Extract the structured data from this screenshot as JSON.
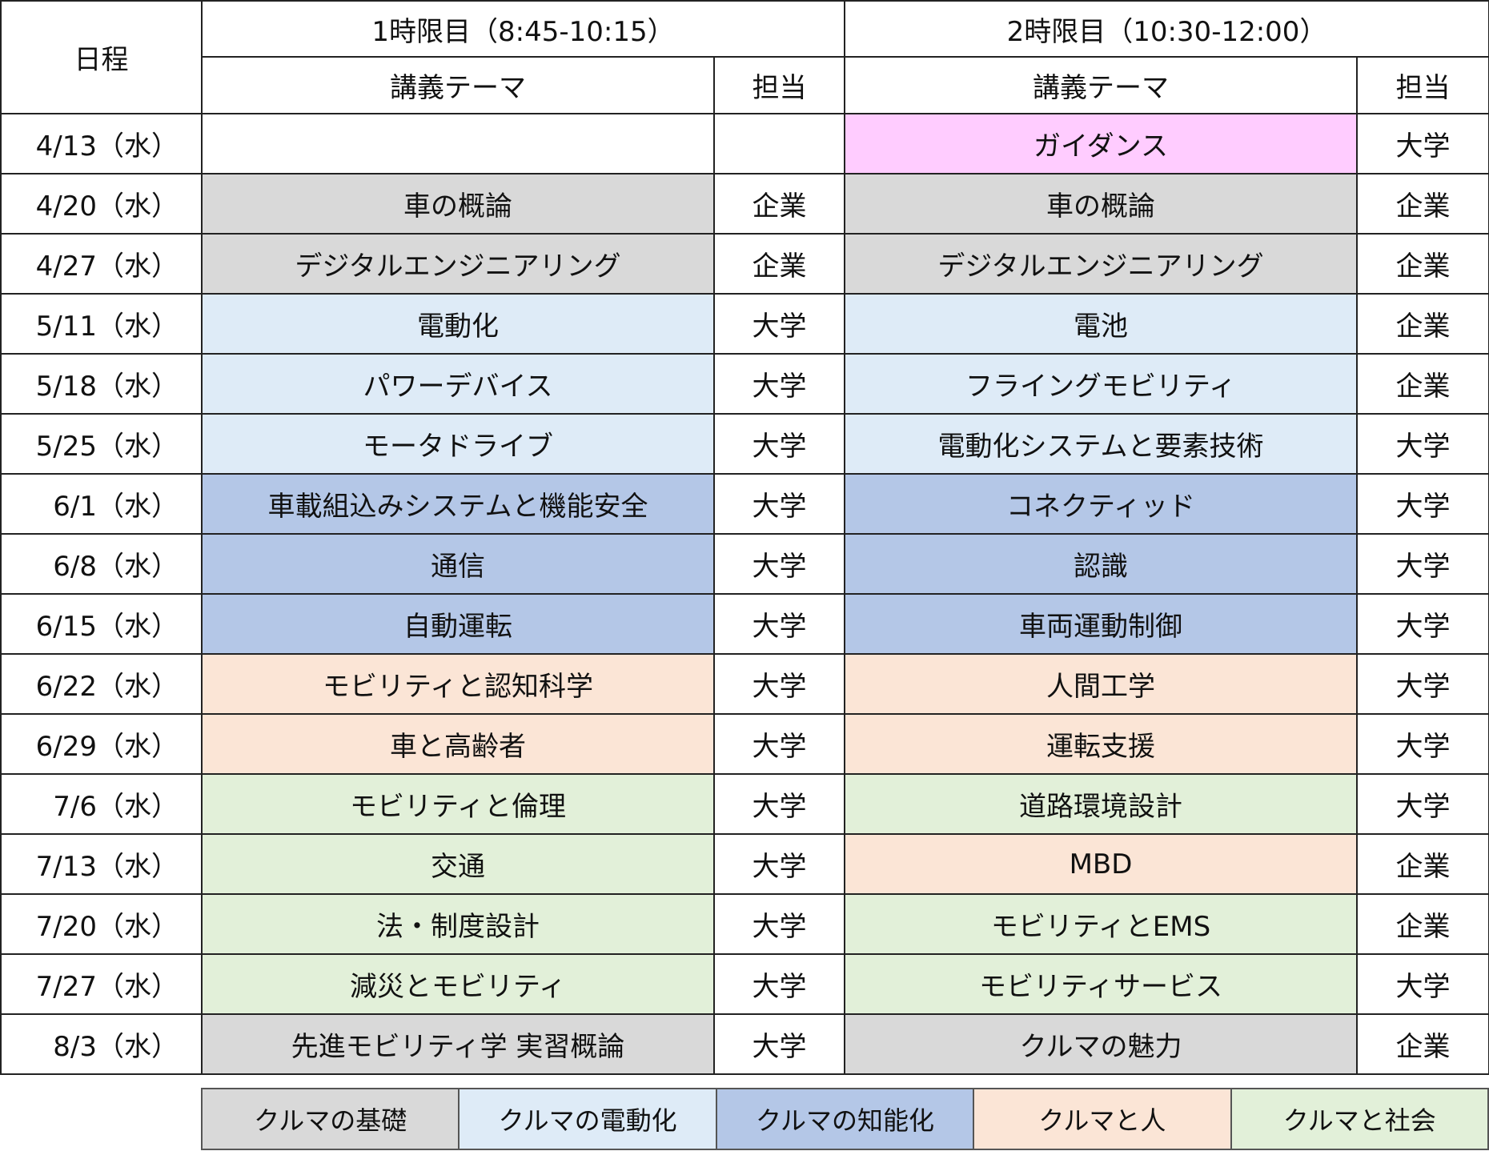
{
  "header": {
    "date_label": "日程",
    "period1": "1時限目（8:45-10:15）",
    "period2": "2時限目（10:30-12:00）",
    "theme_label": "講義テーマ",
    "instructor_label": "担当"
  },
  "categories": {
    "basics": {
      "label": "クルマの基礎",
      "color": "#D9D9D9"
    },
    "electrification": {
      "label": "クルマの電動化",
      "color": "#DEEBF7"
    },
    "intelligence": {
      "label": "クルマの知能化",
      "color": "#B4C7E7"
    },
    "human": {
      "label": "クルマと人",
      "color": "#FBE5D6"
    },
    "society": {
      "label": "クルマと社会",
      "color": "#E2F0D9"
    },
    "guidance": {
      "label": "",
      "color": "#FFCCFF"
    },
    "none": {
      "label": "",
      "color": "#FFFFFF"
    }
  },
  "rows": [
    {
      "date": "4/13（水）",
      "p1": {
        "theme": "",
        "who": "",
        "cat": "none"
      },
      "p2": {
        "theme": "ガイダンス",
        "who": "大学",
        "cat": "guidance"
      }
    },
    {
      "date": "4/20（水）",
      "p1": {
        "theme": "車の概論",
        "who": "企業",
        "cat": "basics"
      },
      "p2": {
        "theme": "車の概論",
        "who": "企業",
        "cat": "basics"
      }
    },
    {
      "date": "4/27（水）",
      "p1": {
        "theme": "デジタルエンジニアリング",
        "who": "企業",
        "cat": "basics"
      },
      "p2": {
        "theme": "デジタルエンジニアリング",
        "who": "企業",
        "cat": "basics"
      }
    },
    {
      "date": "5/11（水）",
      "p1": {
        "theme": "電動化",
        "who": "大学",
        "cat": "electrification"
      },
      "p2": {
        "theme": "電池",
        "who": "企業",
        "cat": "electrification"
      }
    },
    {
      "date": "5/18（水）",
      "p1": {
        "theme": "パワーデバイス",
        "who": "大学",
        "cat": "electrification"
      },
      "p2": {
        "theme": "フライングモビリティ",
        "who": "企業",
        "cat": "electrification"
      }
    },
    {
      "date": "5/25（水）",
      "p1": {
        "theme": "モータドライブ",
        "who": "大学",
        "cat": "electrification"
      },
      "p2": {
        "theme": "電動化システムと要素技術",
        "who": "大学",
        "cat": "electrification"
      }
    },
    {
      "date": "6/1（水）",
      "p1": {
        "theme": "車載組込みシステムと機能安全",
        "who": "大学",
        "cat": "intelligence"
      },
      "p2": {
        "theme": "コネクティッド",
        "who": "大学",
        "cat": "intelligence"
      }
    },
    {
      "date": "6/8（水）",
      "p1": {
        "theme": "通信",
        "who": "大学",
        "cat": "intelligence"
      },
      "p2": {
        "theme": "認識",
        "who": "大学",
        "cat": "intelligence"
      }
    },
    {
      "date": "6/15（水）",
      "p1": {
        "theme": "自動運転",
        "who": "大学",
        "cat": "intelligence"
      },
      "p2": {
        "theme": "車両運動制御",
        "who": "大学",
        "cat": "intelligence"
      }
    },
    {
      "date": "6/22（水）",
      "p1": {
        "theme": "モビリティと認知科学",
        "who": "大学",
        "cat": "human"
      },
      "p2": {
        "theme": "人間工学",
        "who": "大学",
        "cat": "human"
      }
    },
    {
      "date": "6/29（水）",
      "p1": {
        "theme": "車と高齢者",
        "who": "大学",
        "cat": "human"
      },
      "p2": {
        "theme": "運転支援",
        "who": "大学",
        "cat": "human"
      }
    },
    {
      "date": "7/6（水）",
      "p1": {
        "theme": "モビリティと倫理",
        "who": "大学",
        "cat": "society"
      },
      "p2": {
        "theme": "道路環境設計",
        "who": "大学",
        "cat": "society"
      }
    },
    {
      "date": "7/13（水）",
      "p1": {
        "theme": "交通",
        "who": "大学",
        "cat": "society"
      },
      "p2": {
        "theme": "MBD",
        "who": "企業",
        "cat": "human"
      }
    },
    {
      "date": "7/20（水）",
      "p1": {
        "theme": "法・制度設計",
        "who": "大学",
        "cat": "society"
      },
      "p2": {
        "theme": "モビリティとEMS",
        "who": "企業",
        "cat": "society"
      }
    },
    {
      "date": "7/27（水）",
      "p1": {
        "theme": "減災とモビリティ",
        "who": "大学",
        "cat": "society"
      },
      "p2": {
        "theme": "モビリティサービス",
        "who": "大学",
        "cat": "society"
      }
    },
    {
      "date": "8/3（水）",
      "p1": {
        "theme": "先進モビリティ学 実習概論",
        "who": "大学",
        "cat": "basics"
      },
      "p2": {
        "theme": "クルマの魅力",
        "who": "企業",
        "cat": "basics"
      }
    }
  ],
  "legend_order": [
    "basics",
    "electrification",
    "intelligence",
    "human",
    "society"
  ]
}
